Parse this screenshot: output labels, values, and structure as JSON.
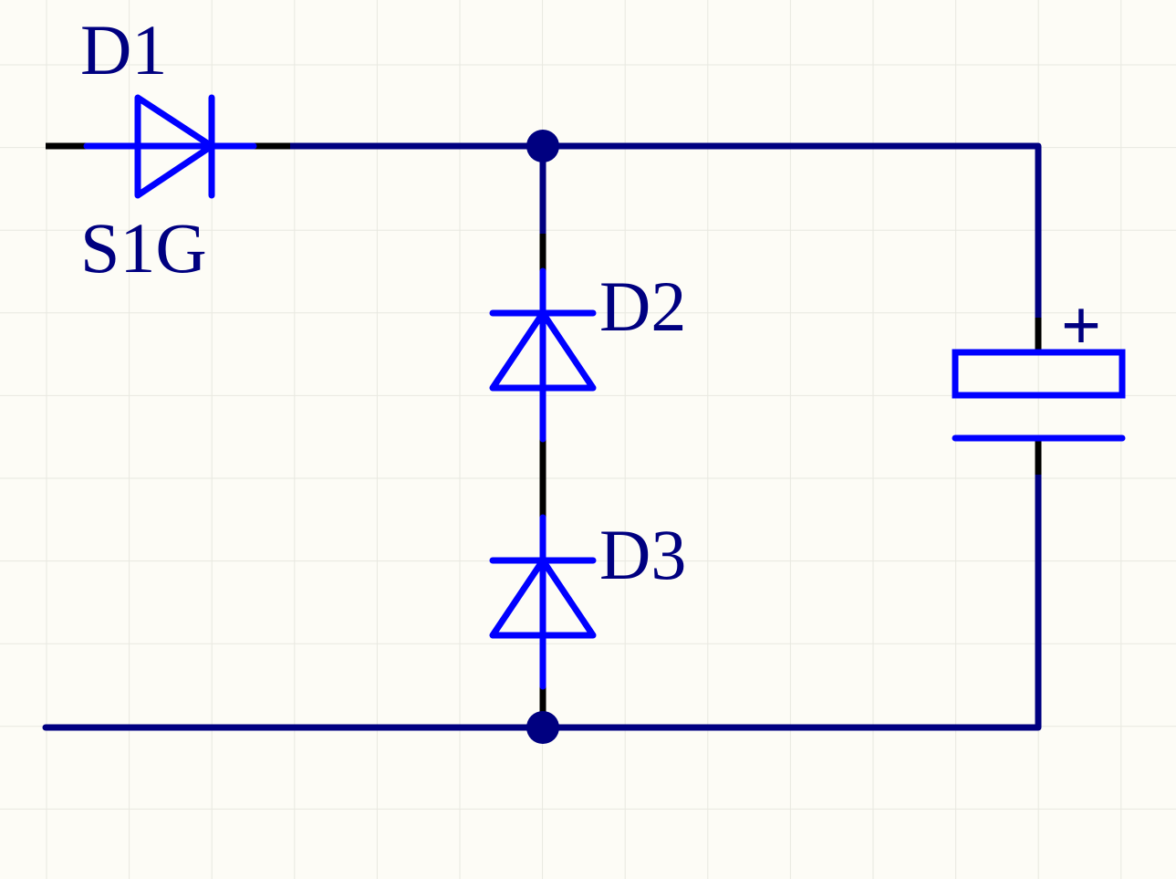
{
  "schematic": {
    "colors": {
      "background": "#fdfcf6",
      "grid": "#e8e8e0",
      "wire": "#000080",
      "component": "#0000ff",
      "pin": "#000000",
      "label": "#000080"
    },
    "components": {
      "d1": {
        "designator": "D1",
        "value": "S1G"
      },
      "d2": {
        "designator": "D2"
      },
      "d3": {
        "designator": "D3"
      },
      "c1": {
        "polarity_mark": "+"
      }
    }
  }
}
